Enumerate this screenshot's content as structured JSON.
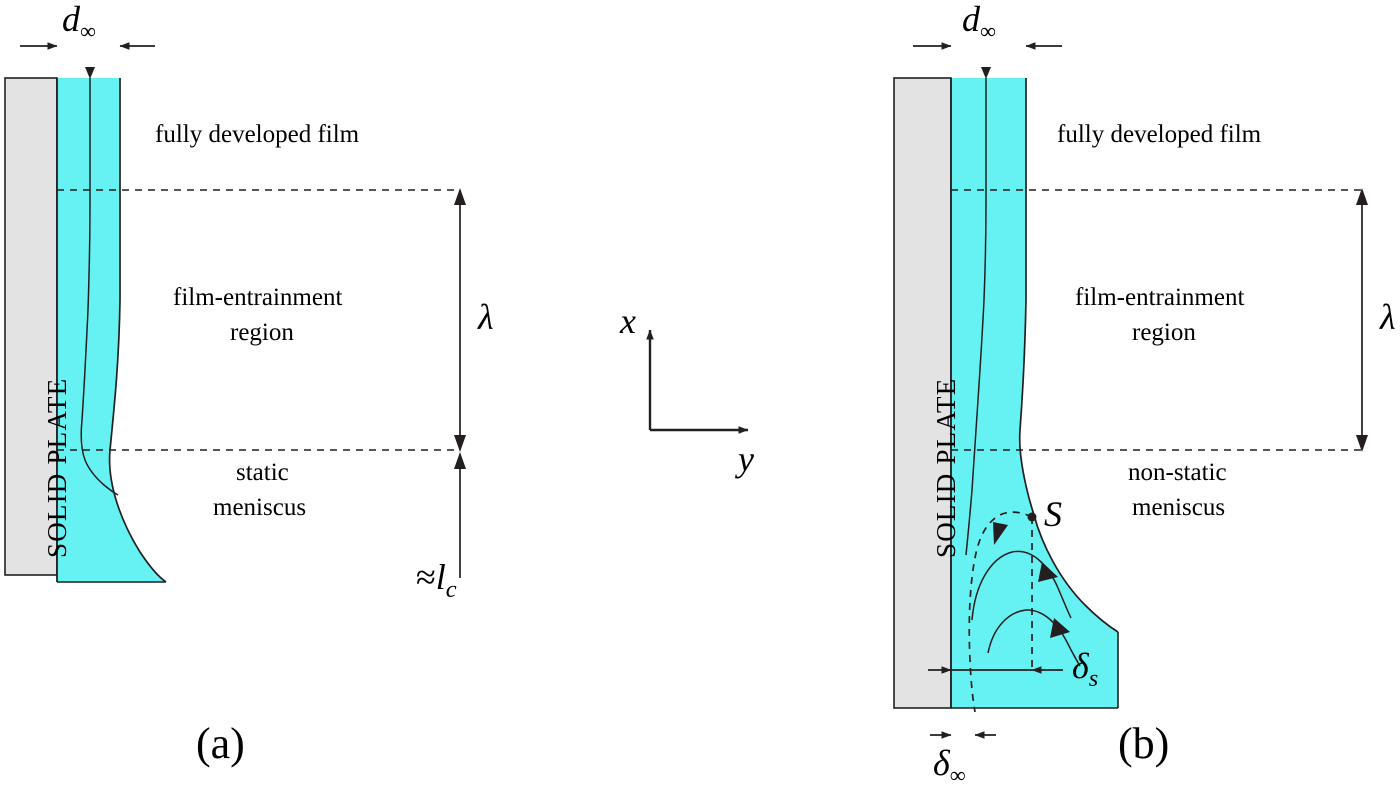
{
  "figure": {
    "type": "scientific-schematic",
    "description": "Two-panel schematic of liquid film entrainment on a withdrawn vertical solid plate",
    "background_color": "#ffffff",
    "liquid_color": "#66f2f2",
    "plate_color": "#e3e3e3",
    "line_color": "#231f20"
  },
  "panels": [
    {
      "id": "a",
      "caption": "(a)",
      "plate_label": "SOLID PLATE",
      "dimension_top": {
        "symbol": "d",
        "subscript": "∞"
      },
      "labels": {
        "fully_developed_film": "fully developed film",
        "film_entrainment_region_line1": "film-entrainment",
        "film_entrainment_region_line2": "region",
        "meniscus_line1": "static",
        "meniscus_line2": "meniscus"
      },
      "scale_bar": {
        "symbol": "λ"
      },
      "length_label": {
        "approx": "≈",
        "symbol": "l",
        "subscript": "c"
      }
    },
    {
      "id": "b",
      "caption": "(b)",
      "plate_label": "SOLID PLATE",
      "dimension_top": {
        "symbol": "d",
        "subscript": "∞"
      },
      "labels": {
        "fully_developed_film": "fully developed film",
        "film_entrainment_region_line1": "film-entrainment",
        "film_entrainment_region_line2": "region",
        "meniscus_line1": "non-static",
        "meniscus_line2": "meniscus"
      },
      "scale_bar": {
        "symbol": "λ"
      },
      "stagnation_point": {
        "symbol": "S"
      },
      "dimension_delta_s": {
        "symbol": "δ",
        "subscript": "s"
      },
      "dimension_delta_inf": {
        "symbol": "δ",
        "subscript": "∞"
      }
    }
  ],
  "axes": {
    "vertical": {
      "symbol": "x",
      "direction": "up"
    },
    "horizontal": {
      "symbol": "y",
      "direction": "right"
    }
  }
}
